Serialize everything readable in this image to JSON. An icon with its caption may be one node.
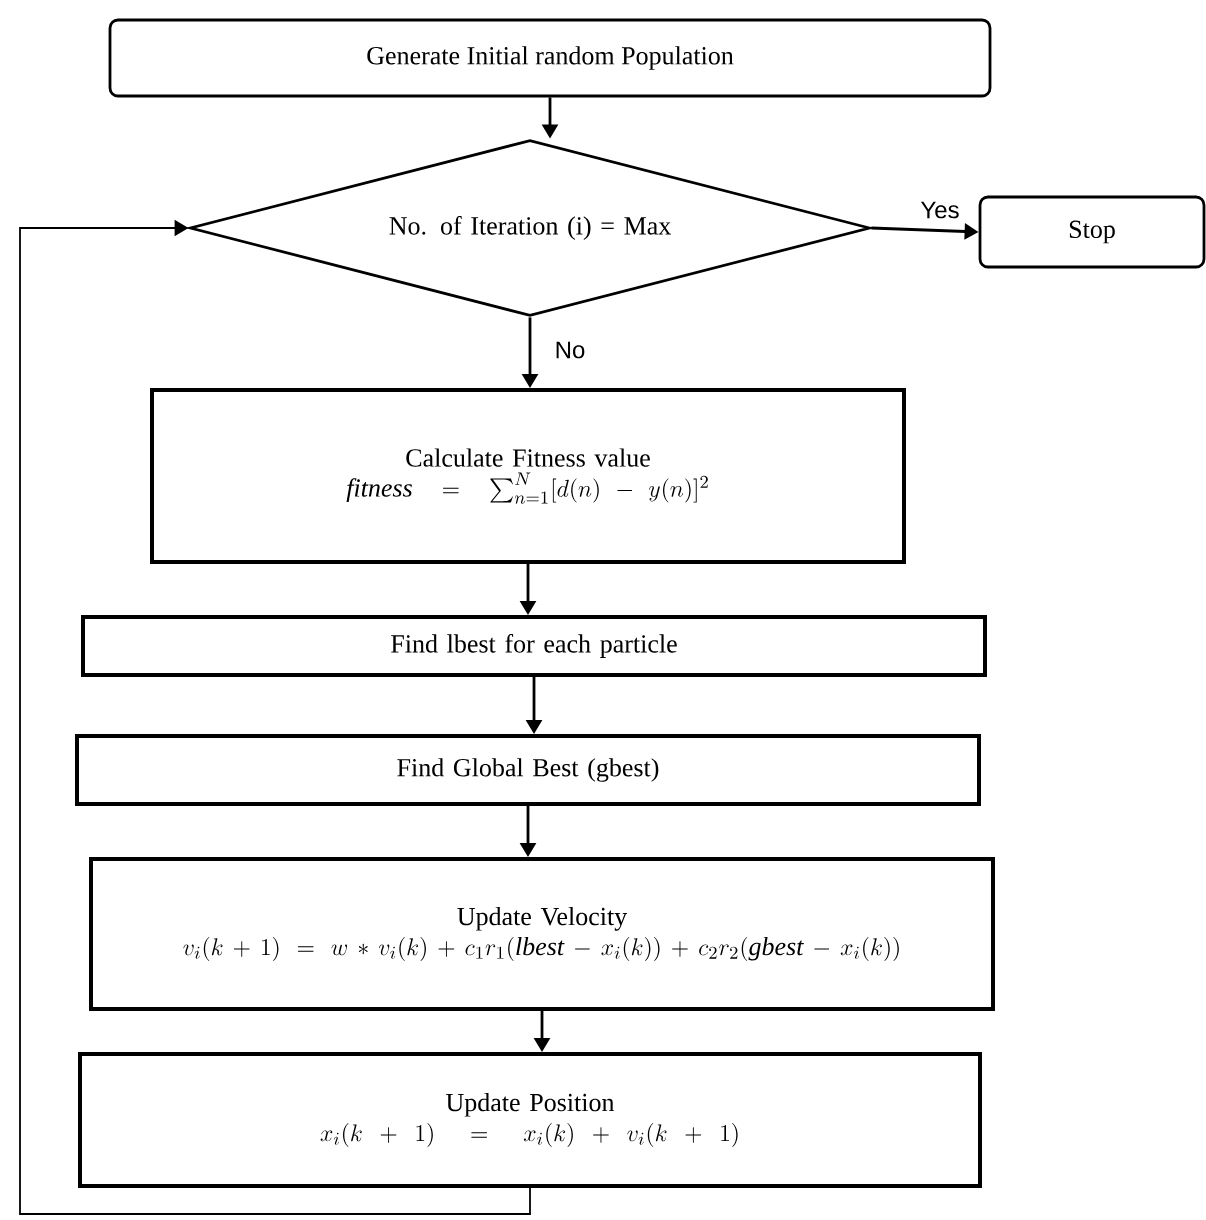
{
  "diagram": {
    "nodes": [
      {
        "text": [
          "Generate Initial random Population"
        ]
      },
      {
        "text": [
          "No. of Iteration (i) = Max"
        ]
      },
      {
        "text": [
          "Stop"
        ]
      },
      {
        "text": [
          "Calculate Fitness value",
          "\\mathit{fitness} = \\sum_{n=1}^{N} [d(n) - y(n)]^2"
        ]
      },
      {
        "text": [
          "Find lbest for each particle"
        ]
      },
      {
        "text": [
          "Find Global Best (gbest)"
        ]
      },
      {
        "text": [
          "Update Velocity",
          "v_i(k+1) = w * v_i(k) + c_1 r_1 (\\mathit{lbest} - x_i(k)) + c_2 r_2 (\\mathit{gbest} - x_i(k))"
        ]
      },
      {
        "text": [
          "Update Position",
          "x_i(k+1) = x_i(k) + v_i(k+1)"
        ]
      }
    ],
    "edges": [
      {
        "from": 0,
        "to": 1,
        "arrow": "to"
      },
      {
        "from": 1,
        "to": 2,
        "arrow": "to",
        "label": "Yes"
      },
      {
        "from": 1,
        "to": 3,
        "arrow": "to",
        "label": "No"
      },
      {
        "from": 3,
        "to": 4,
        "arrow": "to"
      },
      {
        "from": 4,
        "to": 5,
        "arrow": "to"
      },
      {
        "from": 5,
        "to": 6,
        "arrow": "to"
      },
      {
        "from": 6,
        "to": 7,
        "arrow": "to"
      },
      {
        "from": 7,
        "to": 1,
        "arrow": "to"
      }
    ]
  }
}
